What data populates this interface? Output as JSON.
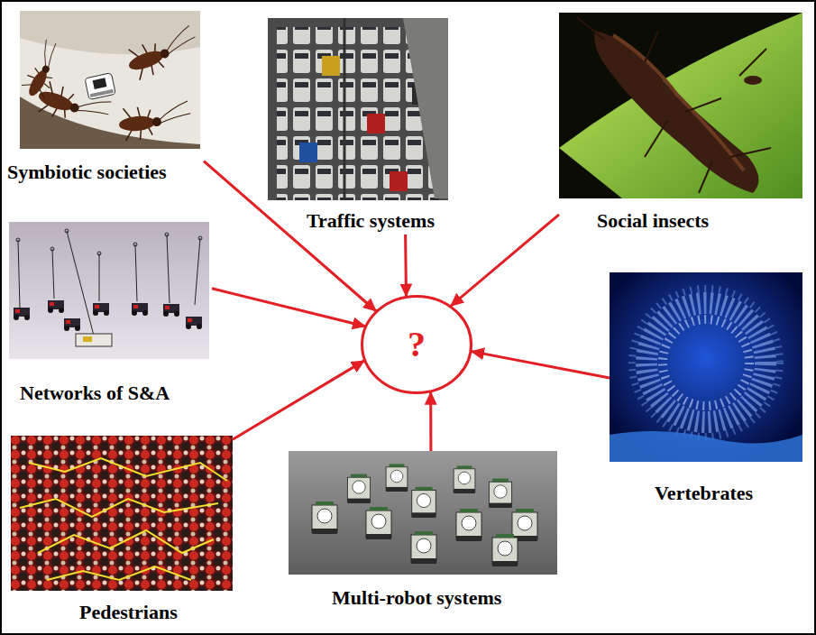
{
  "diagram": {
    "nodes": [
      {
        "text": [
          "Symbiotic societies"
        ]
      },
      {
        "text": [
          "Traffic systems"
        ]
      },
      {
        "text": [
          "Social insects"
        ]
      },
      {
        "text": [
          "Networks of S&A"
        ]
      },
      {
        "text": [
          "?"
        ]
      },
      {
        "text": [
          "Vertebrates"
        ]
      },
      {
        "text": [
          "Pedestrians"
        ]
      },
      {
        "text": [
          "Multi-robot systems"
        ]
      }
    ],
    "edges": [
      {
        "from": 0,
        "to": 4,
        "arrow": "to"
      },
      {
        "from": 1,
        "to": 4,
        "arrow": "to"
      },
      {
        "from": 2,
        "to": 4,
        "arrow": "to"
      },
      {
        "from": 3,
        "to": 4,
        "arrow": "to"
      },
      {
        "from": 5,
        "to": 4,
        "arrow": "to"
      },
      {
        "from": 6,
        "to": 4,
        "arrow": "to"
      },
      {
        "from": 7,
        "to": 4,
        "arrow": "to"
      }
    ]
  }
}
